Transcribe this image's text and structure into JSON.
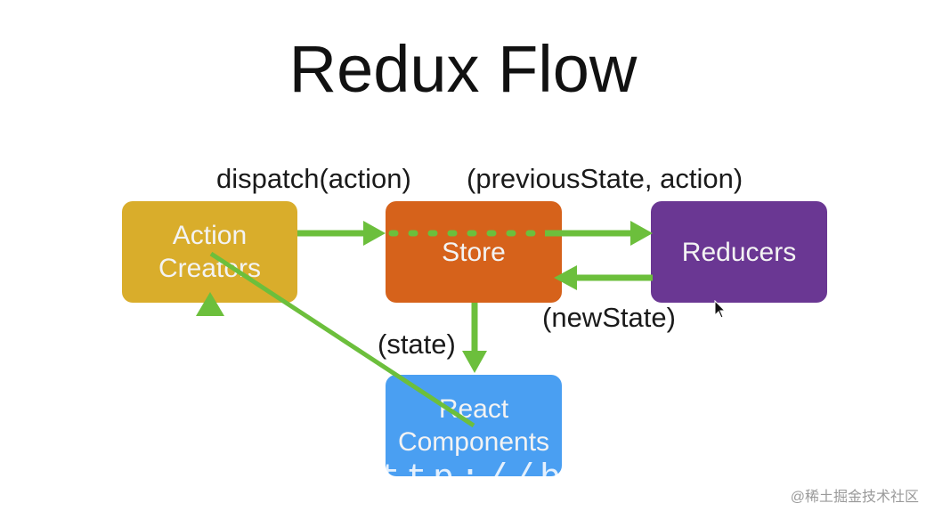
{
  "title": "Redux Flow",
  "labels": {
    "dispatch": "dispatch(action)",
    "reducer_args": "(previousState, action)",
    "new_state": "(newState)",
    "state": "(state)"
  },
  "nodes": {
    "action_creators": {
      "line1": "Action",
      "line2": "Creators"
    },
    "store": {
      "line1": "Store"
    },
    "reducers": {
      "line1": "Reducers"
    },
    "react_components": {
      "line1": "React",
      "line2": "Components"
    }
  },
  "overlay_text": "ttp://blog.c",
  "watermark": "@稀土掘金技术社区",
  "colors": {
    "action_creators": "#d9ad2b",
    "store": "#d6621b",
    "reducers": "#6a3793",
    "react_components": "#4a9ff2",
    "arrow": "#6cbf3c"
  }
}
